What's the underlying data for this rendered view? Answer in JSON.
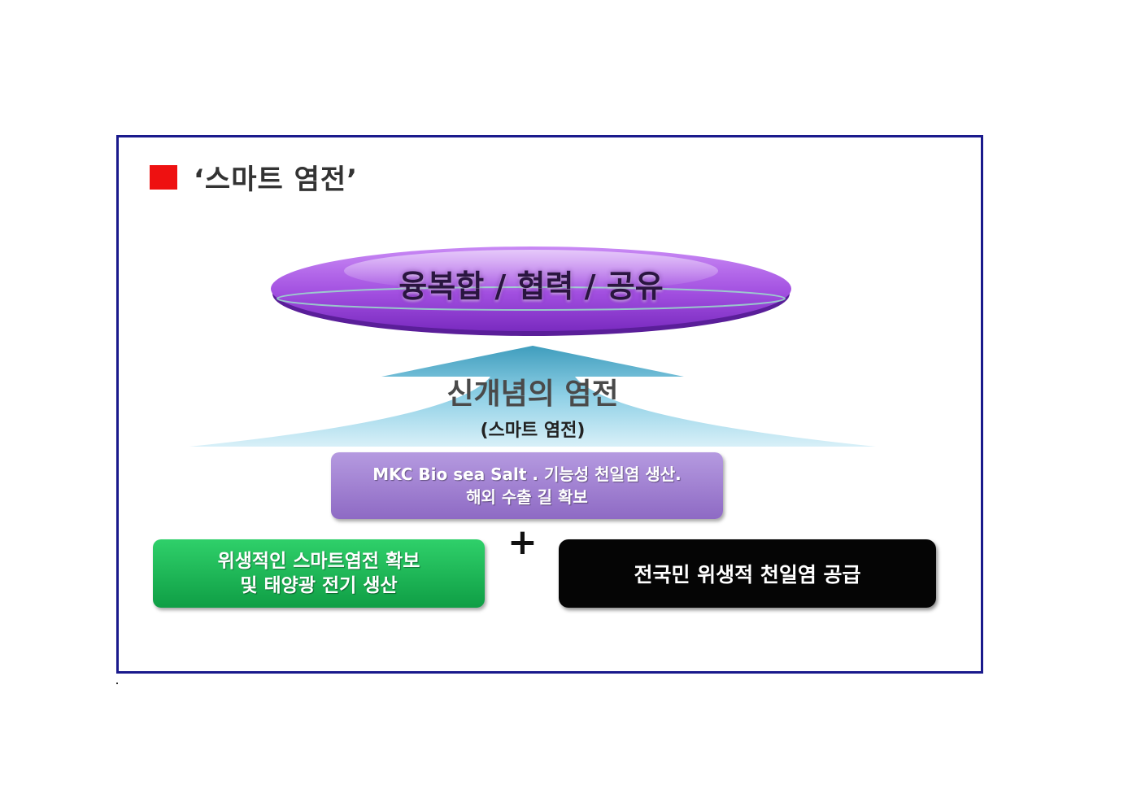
{
  "title": "‘스마트 염전’",
  "ellipse": {
    "text": "융복합 / 협력 / 공유",
    "color": "#a855e8"
  },
  "arrow": {
    "main": "신개념의 염전",
    "sub": "(스마트 염전)",
    "color": "#7fc8e0"
  },
  "purple_box": {
    "line1": "MKC Bio sea Salt . 기능성 천일염 생산.",
    "line2": "해외 수출 길 확보"
  },
  "plus": "+",
  "green_box": {
    "line1": "위생적인 스마트염전 확보",
    "line2": "및 태양광 전기 생산"
  },
  "black_box": {
    "text": "전국민 위생적 천일염 공급"
  },
  "colors": {
    "frame": "#1a1a8c",
    "marker": "#ee1111",
    "green": "#17b352",
    "purple": "#a080d0",
    "black": "#050505"
  }
}
